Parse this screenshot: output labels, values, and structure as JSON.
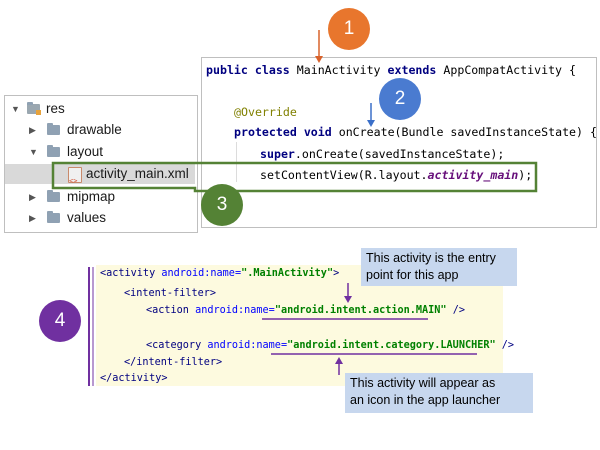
{
  "badges": [
    {
      "label": "1",
      "color": "#e8762d"
    },
    {
      "label": "2",
      "color": "#4a7bd0"
    },
    {
      "label": "3",
      "color": "#548235"
    },
    {
      "label": "4",
      "color": "#7030a0"
    }
  ],
  "project_tree": {
    "items": [
      {
        "label": "res",
        "expanded": true
      },
      {
        "label": "drawable",
        "expanded": false
      },
      {
        "label": "layout",
        "expanded": true
      },
      {
        "label": "activity_main.xml",
        "selected": true
      },
      {
        "label": "mipmap",
        "expanded": false
      },
      {
        "label": "values",
        "expanded": false
      }
    ]
  },
  "code": {
    "kw_public": "public",
    "kw_class": "class",
    "class_name": "MainActivity",
    "kw_extends": "extends",
    "superclass": "AppCompatActivity {",
    "annotation": "@Override",
    "kw_protected": "protected",
    "kw_void": "void",
    "method_sig": "onCreate(Bundle savedInstanceState) {",
    "kw_super": "super",
    "super_call": ".onCreate(savedInstanceState);",
    "set_content_prefix": "setContentView(R.layout.",
    "layout_field": "activity_main",
    "set_content_suffix": ");"
  },
  "manifest": {
    "line1_tag": "<activity ",
    "line1_attr": "android:name=",
    "line1_val": "\".MainActivity\"",
    "line1_end": ">",
    "line2": "<intent-filter>",
    "line3_tag": "<action ",
    "line3_attr": "android:name=",
    "line3_val": "\"android.intent.action.MAIN\"",
    "line3_end": " />",
    "line4_tag": "<category ",
    "line4_attr": "android:name=",
    "line4_val": "\"android.intent.category.LAUNCHER\"",
    "line4_end": " />",
    "line5": "</intent-filter>",
    "line6": "</activity>"
  },
  "callouts": {
    "entry_point": [
      "This activity is the entry",
      "point for this app"
    ],
    "launcher": [
      "This activity will appear as",
      "an icon in the app launcher"
    ]
  },
  "colors": {
    "orange_arrow": "#d9622b",
    "blue_arrow": "#3a6fc9",
    "green_box": "#548235",
    "purple": "#7030a0",
    "callout_bg": "#c7d7ee",
    "manifest_bg": "#fdfadf"
  }
}
